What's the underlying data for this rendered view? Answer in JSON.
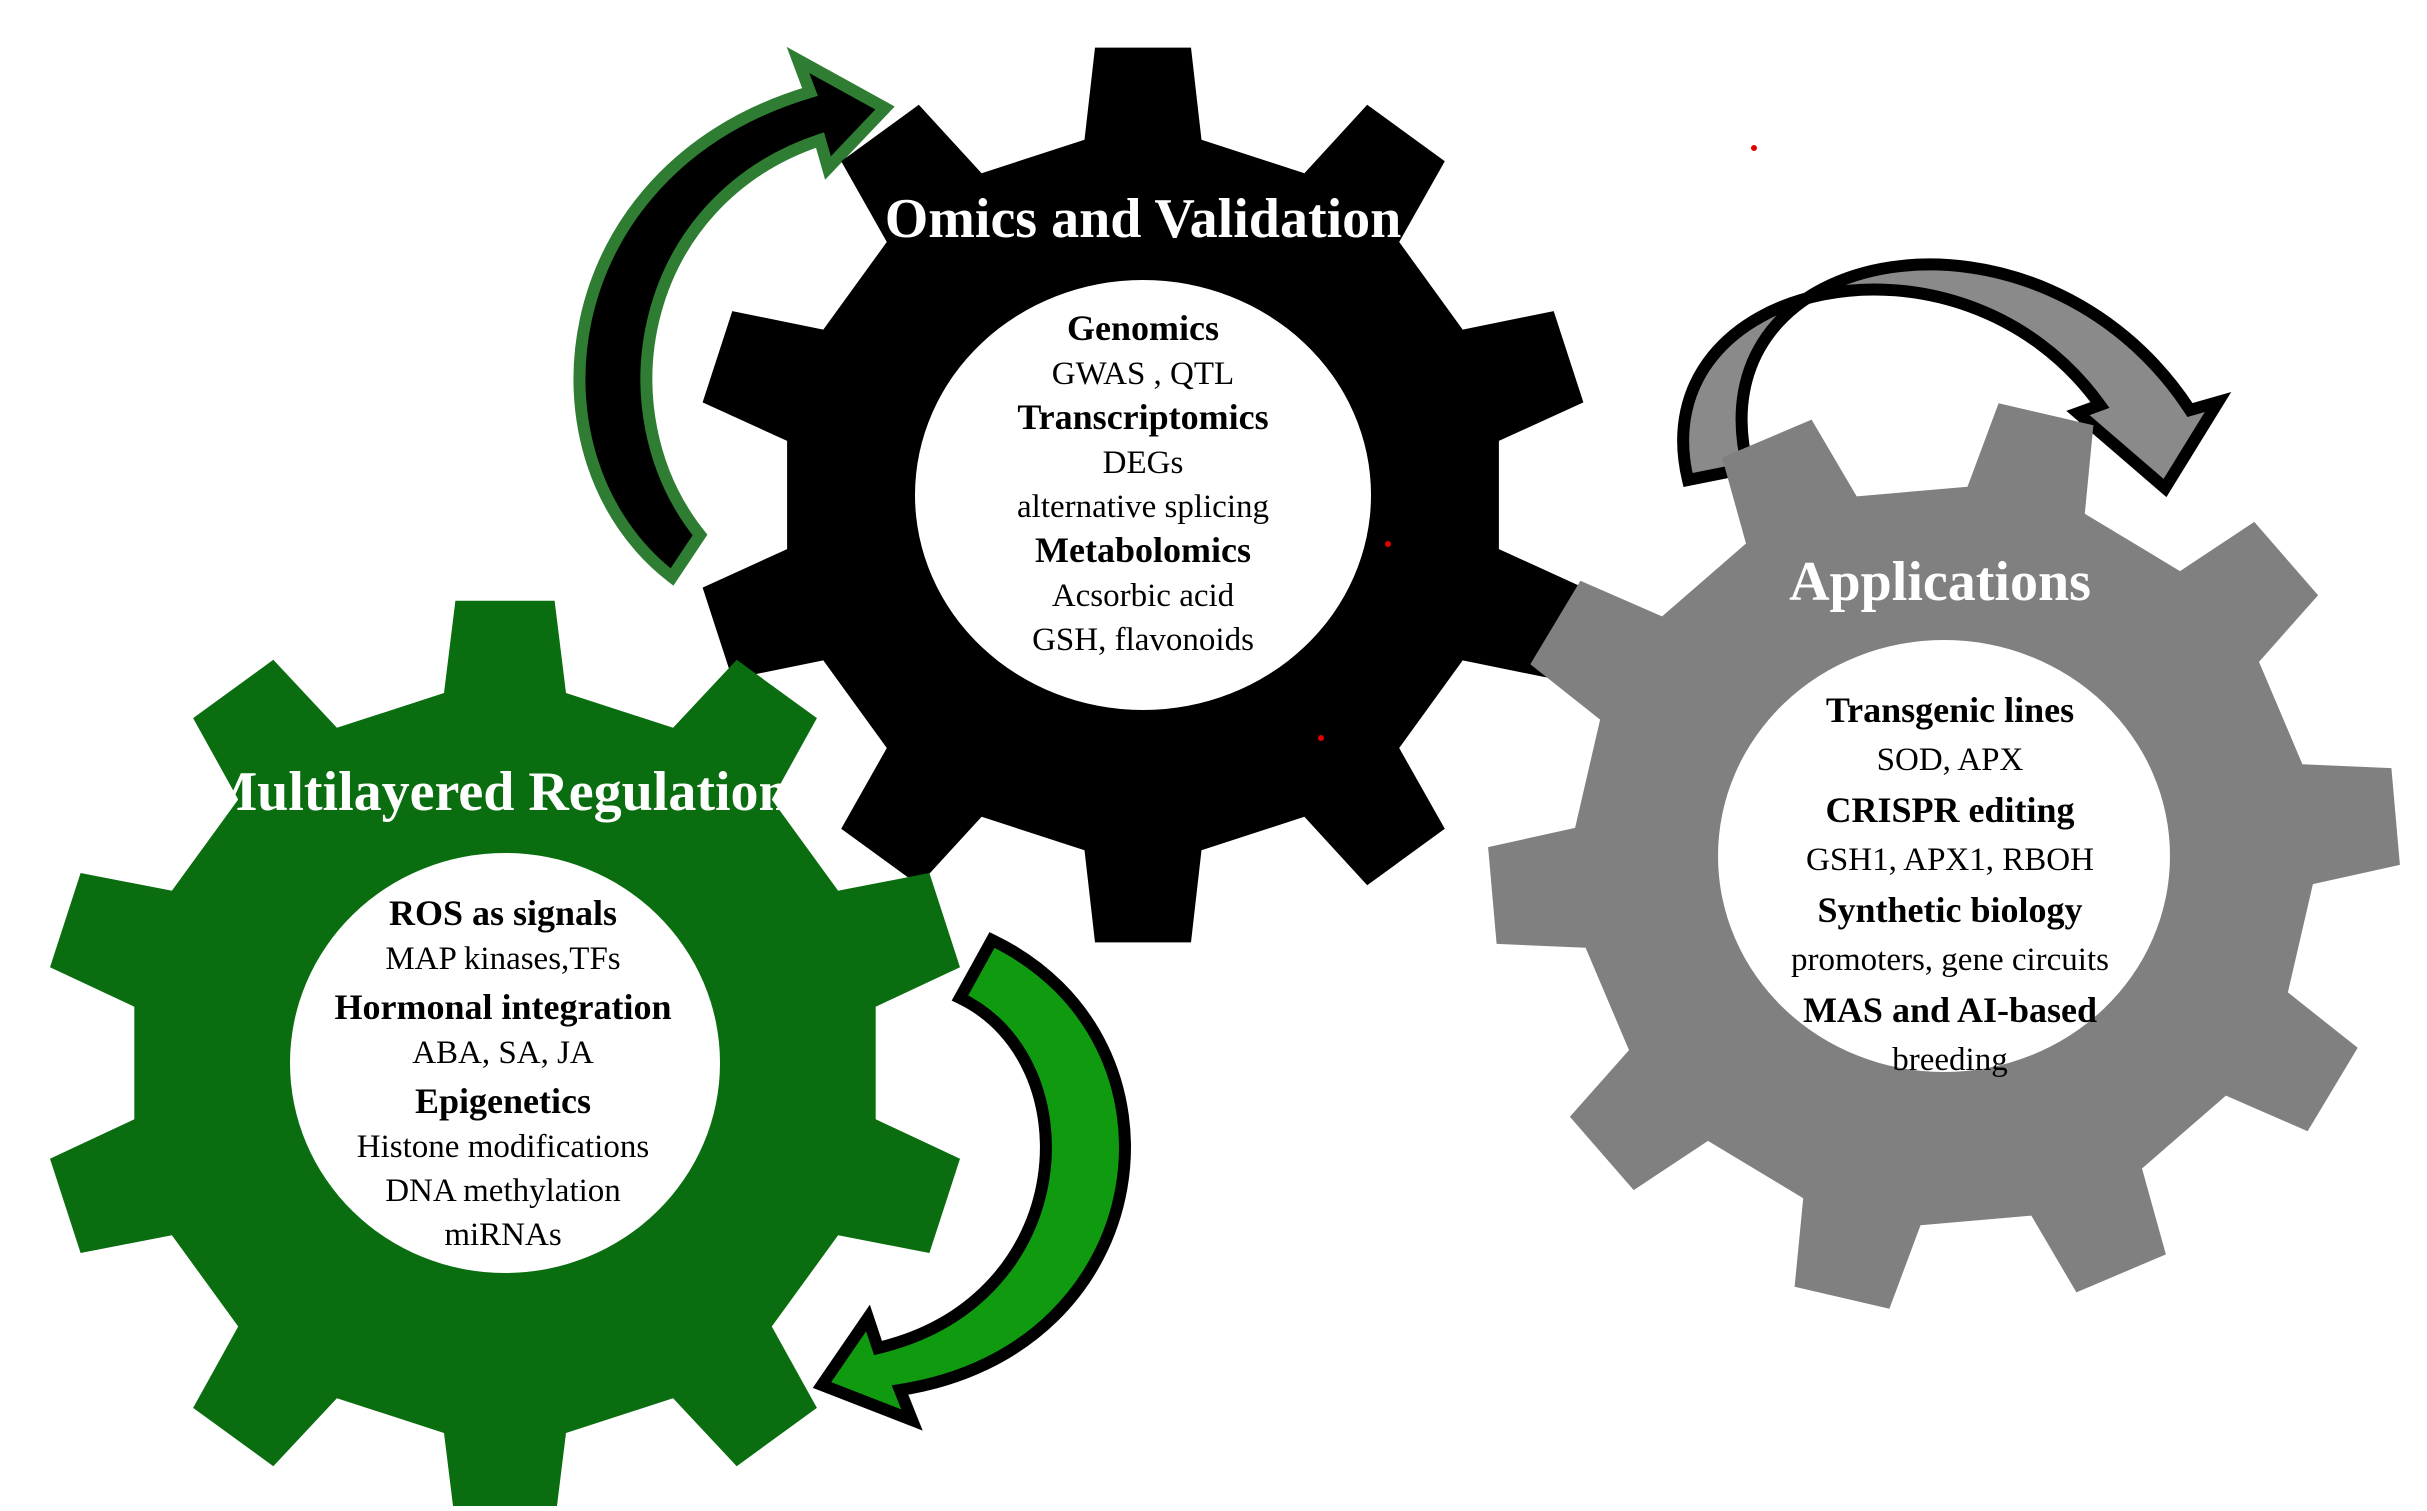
{
  "colors": {
    "black_gear": "#000000",
    "green_gear": "#0a6e10",
    "gray_gear": "#808080",
    "center": "#ffffff",
    "top_arrow_fill": "#000000",
    "top_arrow_stroke": "#2e7d32",
    "bottom_arrow_fill": "#109a10",
    "bottom_arrow_stroke": "#000000",
    "right_arrow_fill": "#8a8a8a",
    "right_arrow_stroke": "#000000"
  },
  "gears": {
    "omics": {
      "title": "Omics and Validation",
      "lines": [
        {
          "text": "Genomics",
          "bold": true
        },
        {
          "text": "GWAS , QTL",
          "bold": false
        },
        {
          "text": "Transcriptomics",
          "bold": true
        },
        {
          "text": "DEGs",
          "bold": false
        },
        {
          "text": "alternative splicing",
          "bold": false
        },
        {
          "text": "Metabolomics",
          "bold": true
        },
        {
          "text": "Acsorbic acid",
          "bold": false
        },
        {
          "text": "GSH, flavonoids",
          "bold": false
        }
      ]
    },
    "regulation": {
      "title": "Multilayered Regulation",
      "lines": [
        {
          "text": "ROS as signals",
          "bold": true
        },
        {
          "text": "MAP kinases,TFs",
          "bold": false
        },
        {
          "text": "Hormonal integration",
          "bold": true
        },
        {
          "text": "ABA, SA, JA",
          "bold": false
        },
        {
          "text": "Epigenetics",
          "bold": true
        },
        {
          "text": "Histone modifications",
          "bold": false
        },
        {
          "text": "DNA methylation",
          "bold": false
        },
        {
          "text": "miRNAs",
          "bold": false
        }
      ]
    },
    "applications": {
      "title": "Applications",
      "lines": [
        {
          "text": "Transgenic lines",
          "bold": true
        },
        {
          "text": "SOD, APX",
          "bold": false
        },
        {
          "text": "CRISPR editing",
          "bold": true
        },
        {
          "text": "GSH1, APX1, RBOH",
          "bold": false
        },
        {
          "text": "Synthetic biology",
          "bold": true
        },
        {
          "text": "promoters, gene circuits",
          "bold": false
        },
        {
          "text": "MAS and AI-based",
          "bold": true
        },
        {
          "text": "breeding",
          "bold": false
        }
      ]
    }
  }
}
